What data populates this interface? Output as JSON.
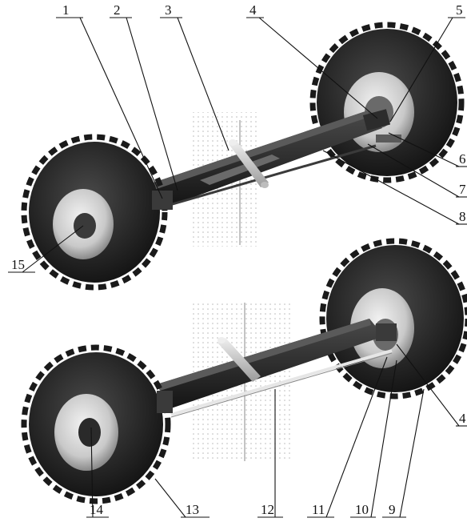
{
  "figure": {
    "callouts": [
      {
        "id": "c1",
        "label": "1"
      },
      {
        "id": "c2",
        "label": "2"
      },
      {
        "id": "c3",
        "label": "3"
      },
      {
        "id": "c4a",
        "label": "4"
      },
      {
        "id": "c5",
        "label": "5"
      },
      {
        "id": "c6",
        "label": "6"
      },
      {
        "id": "c7",
        "label": "7"
      },
      {
        "id": "c8",
        "label": "8"
      },
      {
        "id": "c15",
        "label": "15"
      },
      {
        "id": "c4b",
        "label": "4"
      },
      {
        "id": "c9",
        "label": "9"
      },
      {
        "id": "c10",
        "label": "10"
      },
      {
        "id": "c11",
        "label": "11"
      },
      {
        "id": "c12",
        "label": "12"
      },
      {
        "id": "c13",
        "label": "13"
      },
      {
        "id": "c14",
        "label": "14"
      }
    ]
  },
  "colors": {
    "tire": "#1c1c1c",
    "tread": "#2e2e2e",
    "rim": "#d4d4d4",
    "beam": "#262626",
    "shaft": "#cfcfcf",
    "line": "#111111"
  }
}
